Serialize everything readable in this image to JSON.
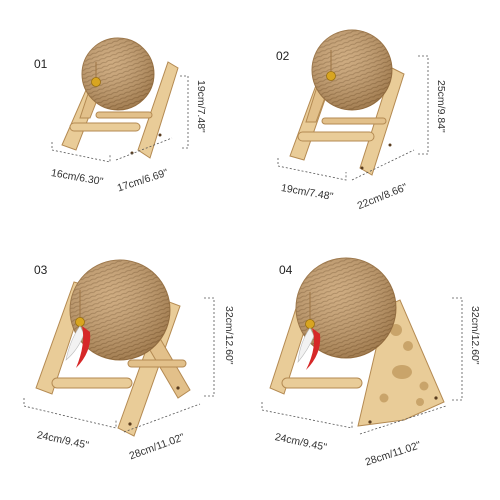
{
  "colors": {
    "wood": "#e9cc98",
    "wood_dark": "#c9a46a",
    "wood_edge": "#b48a52",
    "rope": "#c49a66",
    "rope_dark": "#9c7444",
    "bell": "#d8a520",
    "feather_red": "#d62828",
    "feather_white": "#f2f2f2",
    "dimension_line": "#555555"
  },
  "products": [
    {
      "index": "01",
      "depth": "16cm/6.30\"",
      "width": "17cm/6.69\"",
      "height": "19cm/7.48\"",
      "has_feather": false,
      "holes": false
    },
    {
      "index": "02",
      "depth": "19cm/7.48\"",
      "width": "22cm/8.66\"",
      "height": "25cm/9.84\"",
      "has_feather": false,
      "holes": false
    },
    {
      "index": "03",
      "depth": "24cm/9.45\"",
      "width": "28cm/11.02\"",
      "height": "32cm/12.60\"",
      "has_feather": true,
      "holes": false
    },
    {
      "index": "04",
      "depth": "24cm/9.45\"",
      "width": "28cm/11.02\"",
      "height": "32cm/12.60\"",
      "has_feather": true,
      "holes": true
    }
  ]
}
